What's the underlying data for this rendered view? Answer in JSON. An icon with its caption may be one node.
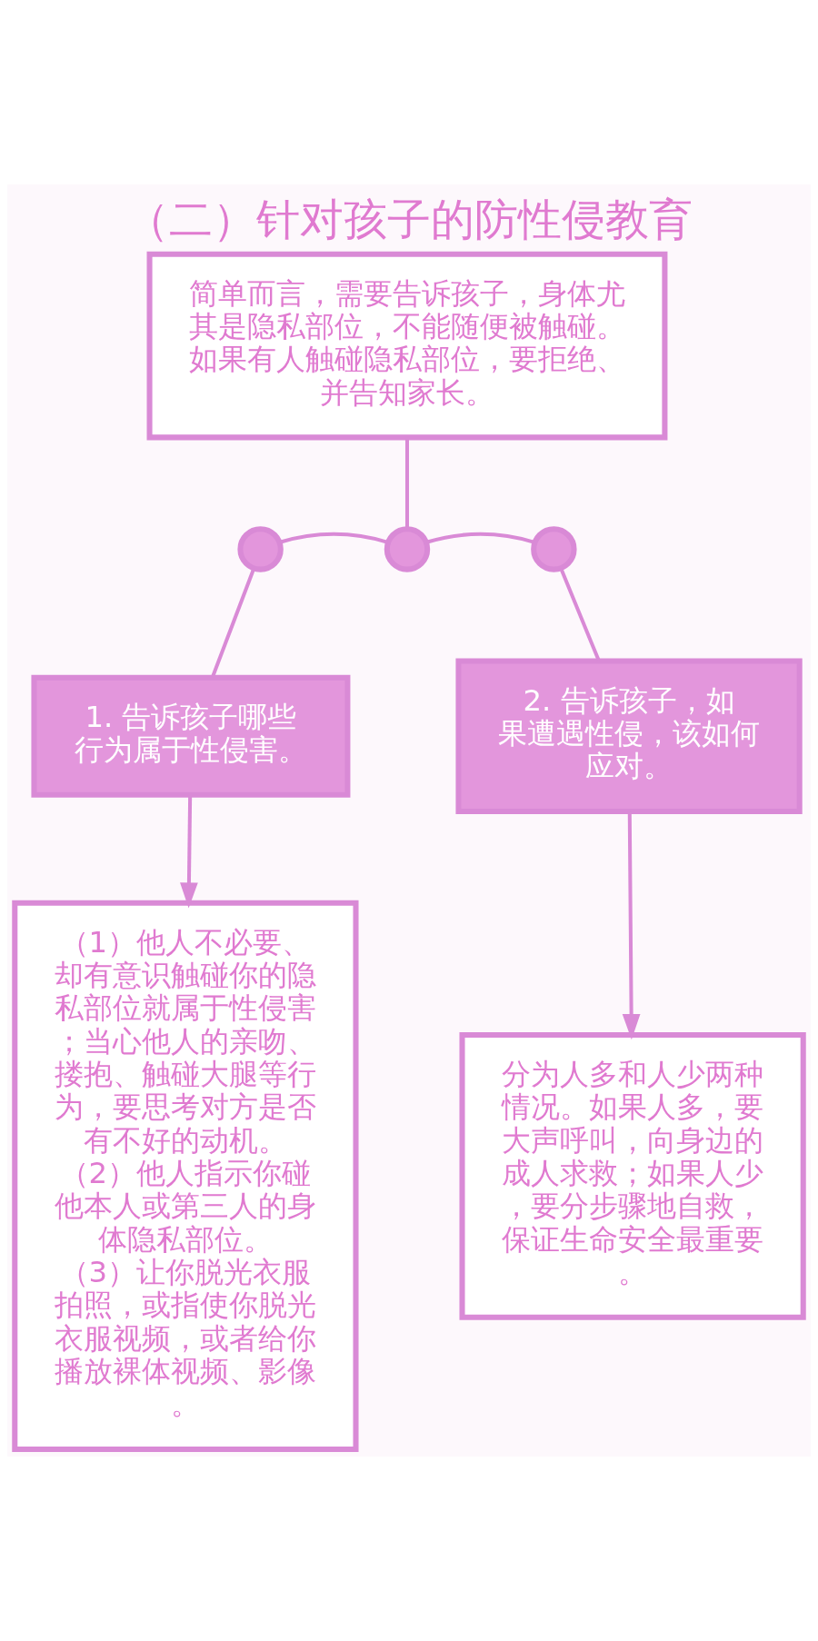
{
  "diagram": {
    "title": "（二）针对孩子的防性侵教育",
    "nodes": [
      {
        "text": [
          "简单而言，需要告诉孩子，身体尤其是隐私部位，不能随便被触碰。如果有人触碰隐私部位，要拒绝、并告知家长。"
        ]
      },
      {
        "text": [],
        "shape": "circle"
      },
      {
        "text": [],
        "shape": "circle"
      },
      {
        "text": [],
        "shape": "circle"
      },
      {
        "text": [
          "1. 告诉孩子哪些行为属于性侵害。"
        ]
      },
      {
        "text": [
          "2. 告诉孩子，如果遭遇性侵，该如何应对。"
        ]
      },
      {
        "text": [
          "（1）他人不必要、却有意识触碰你的隐私部位就属于性侵害；当心他人的亲吻、搂抱、触碰大腿等行为，要思考对方是否有不好的动机。",
          "（2）他人指示你碰他本人或第三人的身体隐私部位。",
          "（3）让你脱光衣服拍照，或指使你脱光衣服视频，或者给你播放裸体视频、影像。"
        ]
      },
      {
        "text": [
          "分为人多和人少两种情况。如果人多，要大声呼叫，向身边的成人求救；如果人少，要分步骤地自救，保证生命安全最重要。"
        ]
      }
    ],
    "edges": [
      {
        "from": 0,
        "to": 2,
        "arrow": "none"
      },
      {
        "from": 2,
        "to": 1,
        "arrow": "none"
      },
      {
        "from": 2,
        "to": 3,
        "arrow": "none"
      },
      {
        "from": 1,
        "to": 4,
        "arrow": "none"
      },
      {
        "from": 3,
        "to": 5,
        "arrow": "none"
      },
      {
        "from": 4,
        "to": 6,
        "arrow": "to"
      },
      {
        "from": 5,
        "to": 7,
        "arrow": "to"
      }
    ]
  }
}
